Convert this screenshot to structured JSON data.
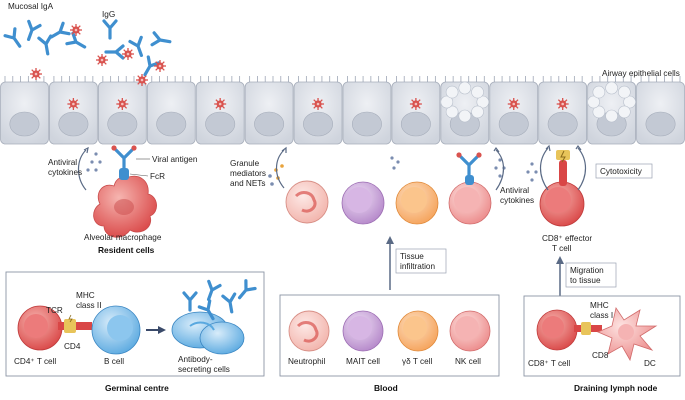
{
  "labels": {
    "mucosal_iga": "Mucosal IgA",
    "igg": "IgG",
    "airway_epithelial_cells": "Airway epithelial cells",
    "viral_antigen": "Viral antigen",
    "antiviral_cytokines_left": [
      "Antiviral",
      "cytokines"
    ],
    "fcr": "FcR",
    "alveolar_macrophage": "Alveolar macrophage",
    "resident_cells": "Resident cells",
    "granule_mediators": [
      "Granule",
      "mediators",
      "and NETs"
    ],
    "tissue_infiltration": [
      "Tissue",
      "infiltration"
    ],
    "antiviral_cytokines_right": [
      "Antiviral",
      "cytokines"
    ],
    "cytotoxicity": "Cytotoxicity",
    "cd8_effector": [
      "CD8⁺ effector",
      "T cell"
    ],
    "migration_to_tissue": [
      "Migration",
      "to tissue"
    ],
    "germinal_centre": {
      "title": "Germinal centre",
      "tcr": "TCR",
      "mhc_class_ii": [
        "MHC",
        "class II"
      ],
      "cd4_t_cell": "CD4⁺ T cell",
      "cd4": "CD4",
      "b_cell": "B cell",
      "antibody_secreting": [
        "Antibody-",
        "secreting cells"
      ]
    },
    "blood": {
      "title": "Blood",
      "neutrophil": "Neutrophil",
      "mait_cell": "MAIT cell",
      "gd_t_cell": "γδ T cell",
      "nk_cell": "NK cell"
    },
    "draining_lymph_node": {
      "title": "Draining lymph node",
      "mhc_class_i": [
        "MHC",
        "class I"
      ],
      "cd8_t_cell": "CD8⁺ T cell",
      "cd8": "CD8",
      "dc": "DC"
    }
  },
  "colors": {
    "epithelium": "#d9dde5",
    "epithelium_stroke": "#a7aebb",
    "antibody": "#3f8fcf",
    "virus": "#d9534f",
    "macrophage": "#e46a6a",
    "mait": "#b487c9",
    "gd_t": "#f5a25a",
    "nk": "#ec8a8a",
    "cd8": "#d94646",
    "b_cell": "#5aa9e0",
    "arrow": "#5a6a85"
  }
}
